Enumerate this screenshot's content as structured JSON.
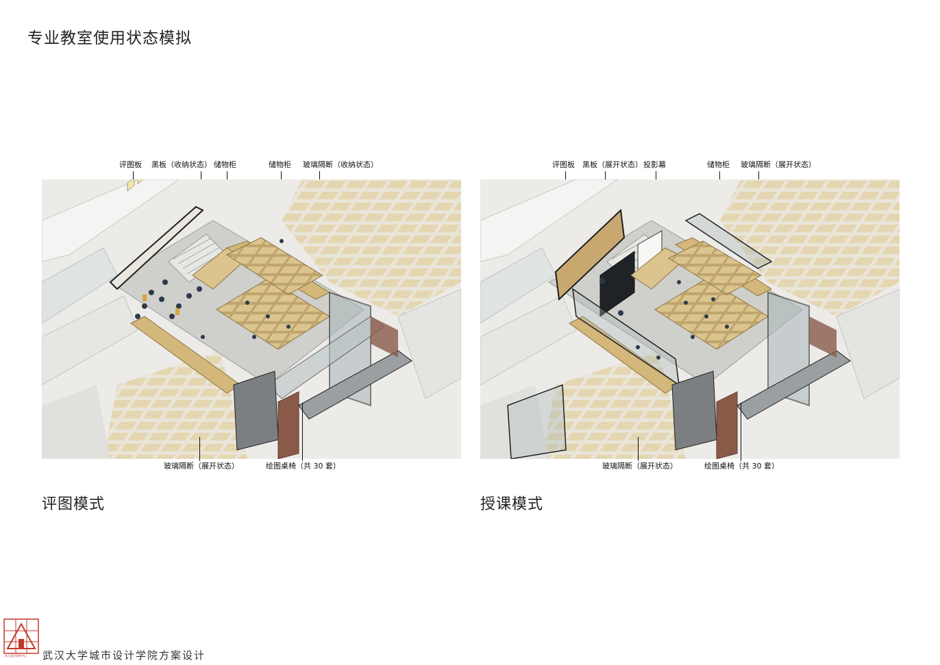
{
  "page": {
    "title": "专业教室使用状态模拟"
  },
  "panels": [
    {
      "mode_label": "评图模式",
      "top_callouts": [
        "评图板",
        "黑板（收纳状态）",
        "储物柜",
        "储物柜",
        "玻璃隔断（收纳状态）"
      ],
      "bottom_callouts": [
        "玻璃隔断（展开状态）",
        "绘图桌椅（共 30 套）"
      ]
    },
    {
      "mode_label": "授课模式",
      "top_callouts": [
        "评图板",
        "黑板（展开状态）",
        "投影幕",
        "储物柜",
        "玻璃隔断（展开状态）"
      ],
      "bottom_callouts": [
        "玻璃隔断（展开状态）",
        "绘图桌椅（共 30 套）"
      ]
    }
  ],
  "footer": {
    "institution": "武汉大学城市设计学院方案设计",
    "logo_text": "本土设计研究中心"
  },
  "colors": {
    "wood": "#dcc48e",
    "wood_dark": "#b89a5e",
    "floor": "#cfcfcb",
    "glass": "#a9b6b9",
    "frame": "#1e1e1e",
    "brick": "#8a5a48",
    "logo_red": "#c0392b"
  }
}
